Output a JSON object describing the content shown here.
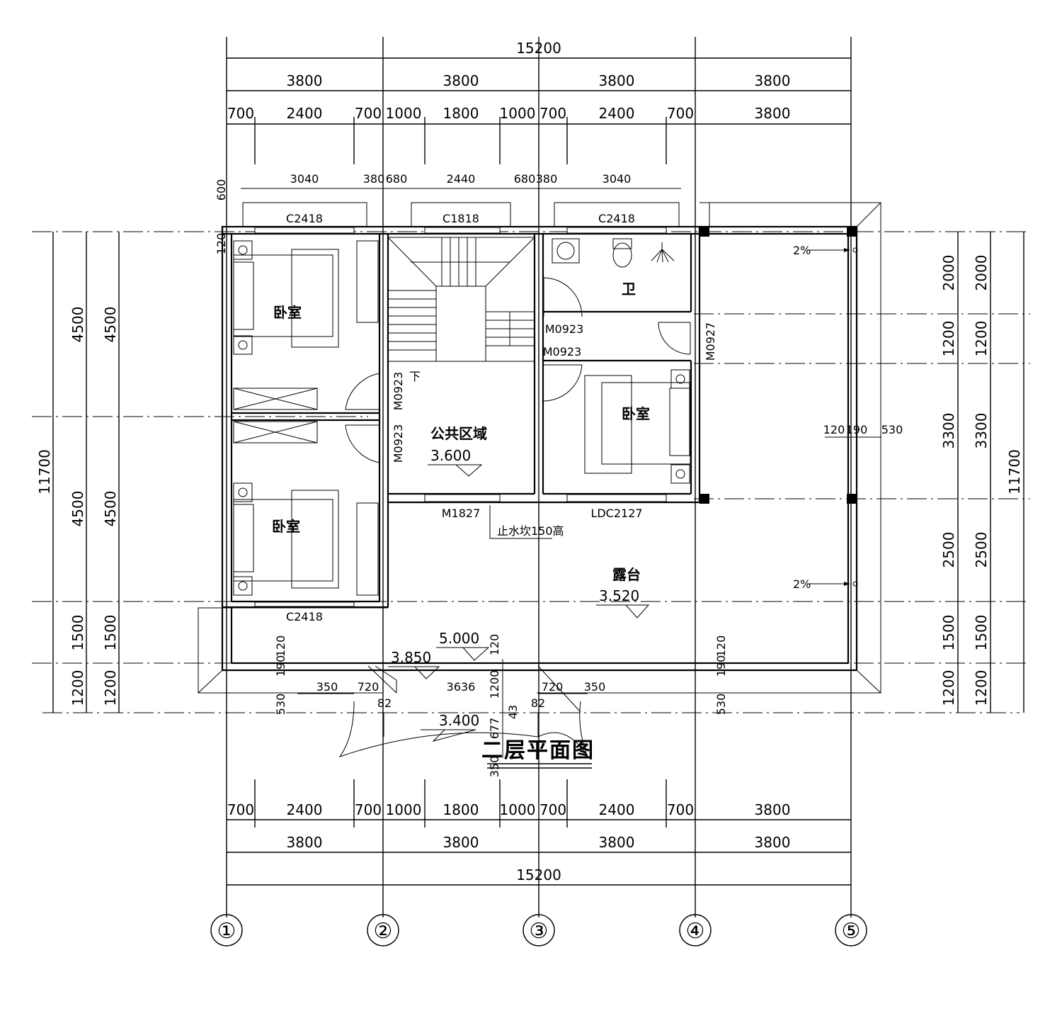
{
  "drawing": {
    "title": "二层平面图",
    "axes": [
      "①",
      "②",
      "③",
      "④",
      "⑤"
    ]
  },
  "top_dims": {
    "total": "15200",
    "bays": [
      "3800",
      "3800",
      "3800",
      "3800"
    ],
    "detail": [
      "700",
      "2400",
      "700",
      "1000",
      "1800",
      "1000",
      "700",
      "2400",
      "700",
      "3800"
    ],
    "windows": [
      "3040",
      "380",
      "680",
      "2440",
      "680",
      "380",
      "3040"
    ],
    "small": [
      "600",
      "120"
    ]
  },
  "bottom_dims": {
    "total": "15200",
    "bays": [
      "3800",
      "3800",
      "3800",
      "3800"
    ],
    "detail": [
      "700",
      "2400",
      "700",
      "1000",
      "1800",
      "1000",
      "700",
      "2400",
      "700",
      "3800"
    ]
  },
  "left_dims": {
    "total": "11700",
    "outer": [
      "4500",
      "4500",
      "1500",
      "1200"
    ],
    "inner": [
      "4500",
      "4500",
      "1500",
      "1200"
    ]
  },
  "right_dims": {
    "total": "11700",
    "outer": [
      "2000",
      "1200",
      "3300",
      "2500",
      "1500",
      "1200"
    ],
    "inner": [
      "2000",
      "1200",
      "3300",
      "2500",
      "1500",
      "1200"
    ],
    "parapet": [
      "120",
      "190",
      "530"
    ]
  },
  "rooms": {
    "bedroom_1": "卧室",
    "bedroom_2": "卧室",
    "bedroom_3": "卧室",
    "bath": "卫",
    "public": "公共区域",
    "terrace": "露台",
    "stair_down": "下"
  },
  "openings": {
    "c2418_a": "C2418",
    "c1818": "C1818",
    "c2418_b": "C2418",
    "c2418_c": "C2418",
    "m0923_a": "M0923",
    "m0923_b": "M0923",
    "m0923_c": "M0923",
    "m0923_d": "M0923",
    "m0927": "M0927",
    "m1827": "M1827",
    "ldc2127": "LDC2127",
    "sill_note": "止水坎150高"
  },
  "elevations": {
    "public": "3.600",
    "terrace": "3.520",
    "canopy_top": "5.000",
    "canopy": "3.850",
    "entry": "3.400"
  },
  "slopes": [
    "2%",
    "2%"
  ],
  "canopy_dims": [
    "350",
    "720",
    "3636",
    "720",
    "350",
    "82",
    "82",
    "1200",
    "120",
    "43",
    "677",
    "350",
    "530",
    "530",
    "190",
    "120",
    "190",
    "120"
  ]
}
